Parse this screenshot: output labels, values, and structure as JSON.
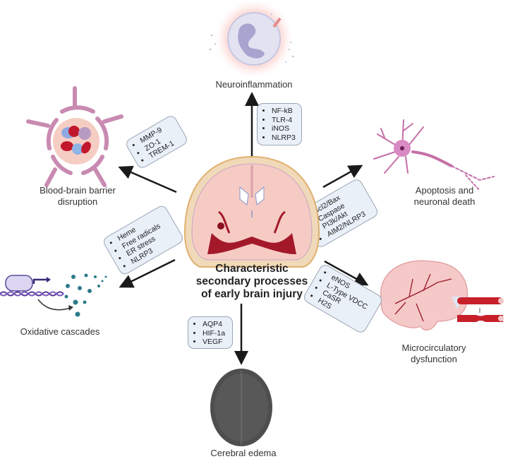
{
  "diagram": {
    "center": {
      "title_lines": [
        "Characteristic",
        "secondary processes",
        "of early brain injury"
      ]
    },
    "processes": [
      {
        "id": "neuroinflammation",
        "label_lines": [
          "Neuroinflammation"
        ],
        "markers": [
          "NF-kB",
          "TLR-4",
          "iNOS",
          "NLRP3"
        ]
      },
      {
        "id": "bbb",
        "label_lines": [
          "Blood-brain barrier",
          "disruption"
        ],
        "markers": [
          "MMP-9",
          "ZO-1",
          "TREM-1"
        ]
      },
      {
        "id": "apoptosis",
        "label_lines": [
          "Apoptosis and",
          "neuronal death"
        ],
        "markers": [
          "Bcl2/Bax",
          "Caspase",
          "PI3k/Akt",
          "AIM2/NLRP3"
        ]
      },
      {
        "id": "oxidative",
        "label_lines": [
          "Oxidative cascades"
        ],
        "markers": [
          "Heme",
          "Free radicals",
          "ER stress",
          "NLRP3"
        ]
      },
      {
        "id": "microcirculatory",
        "label_lines": [
          "Microcirculatory",
          "dysfunction"
        ],
        "markers": [
          "eNOS",
          "L-Type VDCC",
          "CaSR",
          "H2S"
        ]
      },
      {
        "id": "edema",
        "label_lines": [
          "Cerebral edema"
        ],
        "markers": [
          "AQP4",
          "HIF-1a",
          "VEGF"
        ]
      }
    ],
    "colors": {
      "arrow": "#1a1a1a",
      "box_fill": "#e9f0f8",
      "box_border": "#9aa6b6",
      "brain_pink": "#f3c6c0",
      "hemorrhage": "#a3192a",
      "skull": "#f0d9b8",
      "neutrophil_glow": "#f7a3a0",
      "neuron": "#c56fa8",
      "edema_gray": "#555555"
    }
  }
}
